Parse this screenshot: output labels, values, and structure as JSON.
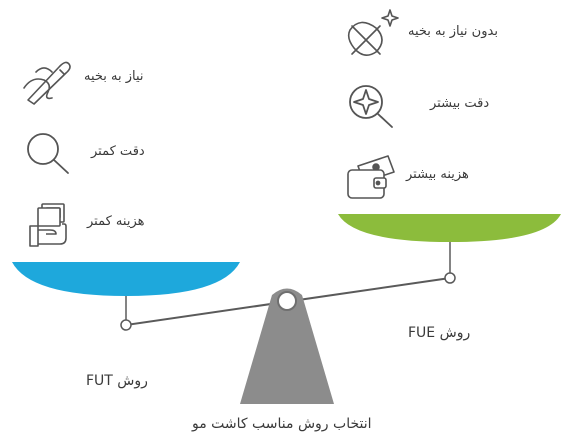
{
  "caption": "انتخاب روش مناسب کاشت مو",
  "left_pan": {
    "method_label": "روش FUT",
    "color": "#1ea8dc",
    "features": [
      {
        "icon": "needle-thread-icon",
        "label": "نیاز به بخیه"
      },
      {
        "icon": "magnifier-icon",
        "label": "دقت کمتر"
      },
      {
        "icon": "hand-money-icon",
        "label": "هزینه کمتر"
      }
    ]
  },
  "right_pan": {
    "method_label": "روش FUE",
    "color": "#8cbc3c",
    "features": [
      {
        "icon": "no-stitch-sparkle-icon",
        "label": "بدون نیاز به بخیه"
      },
      {
        "icon": "magnifier-sparkle-icon",
        "label": "دقت بیشتر"
      },
      {
        "icon": "wallet-money-icon",
        "label": "هزینه بیشتر"
      }
    ]
  },
  "colors": {
    "fulcrum": "#8c8c8c",
    "beam": "#5a5a5a",
    "icon_stroke": "#555555"
  }
}
